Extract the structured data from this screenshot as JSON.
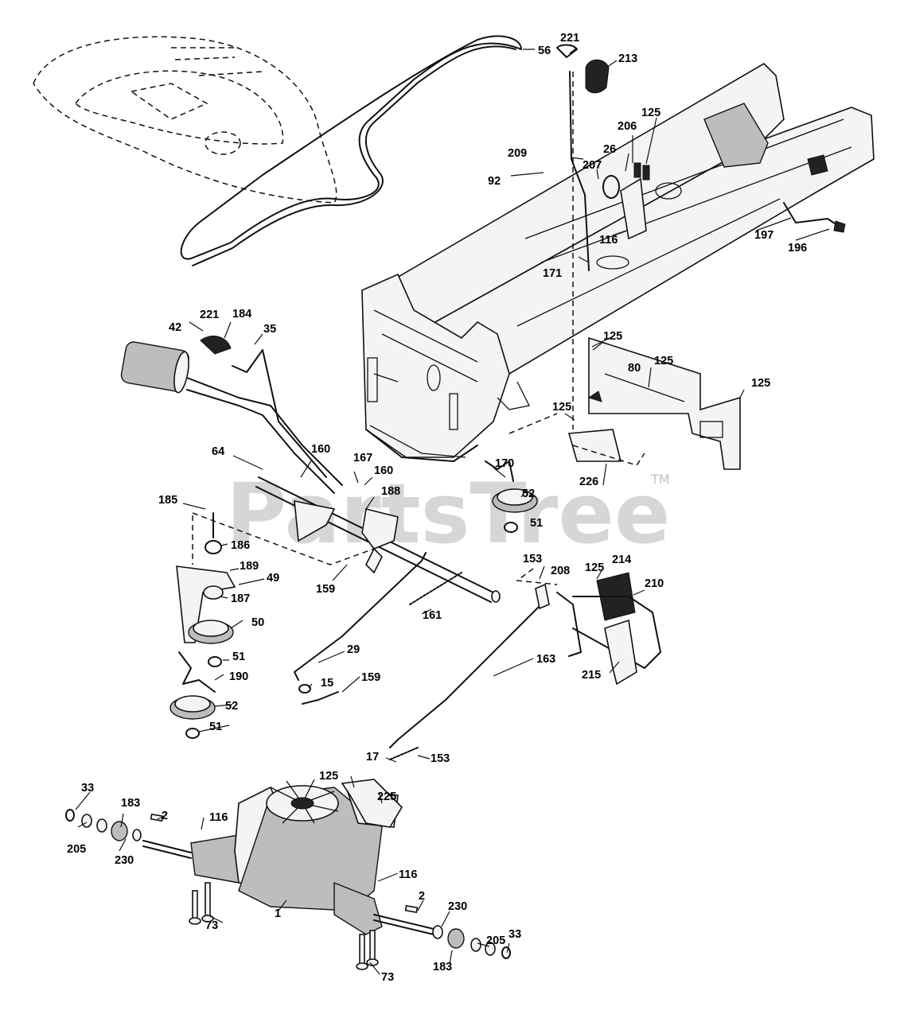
{
  "diagram": {
    "watermark": "PartsTree",
    "trademark": "TM",
    "callouts": [
      "56",
      "221",
      "213",
      "125",
      "206",
      "26",
      "209",
      "207",
      "92",
      "116",
      "171",
      "197",
      "196",
      "221",
      "184",
      "42",
      "35",
      "125",
      "80",
      "125",
      "125",
      "125",
      "226",
      "170",
      "52",
      "51",
      "160",
      "167",
      "160",
      "188",
      "64",
      "185",
      "186",
      "189",
      "49",
      "187",
      "50",
      "159",
      "161",
      "153",
      "208",
      "125",
      "214",
      "210",
      "29",
      "15",
      "159",
      "163",
      "51",
      "190",
      "52",
      "51",
      "215",
      "17",
      "153",
      "125",
      "225",
      "116",
      "33",
      "183",
      "2",
      "205",
      "230",
      "116",
      "2",
      "230",
      "205",
      "33",
      "73",
      "1",
      "183",
      "73"
    ]
  }
}
